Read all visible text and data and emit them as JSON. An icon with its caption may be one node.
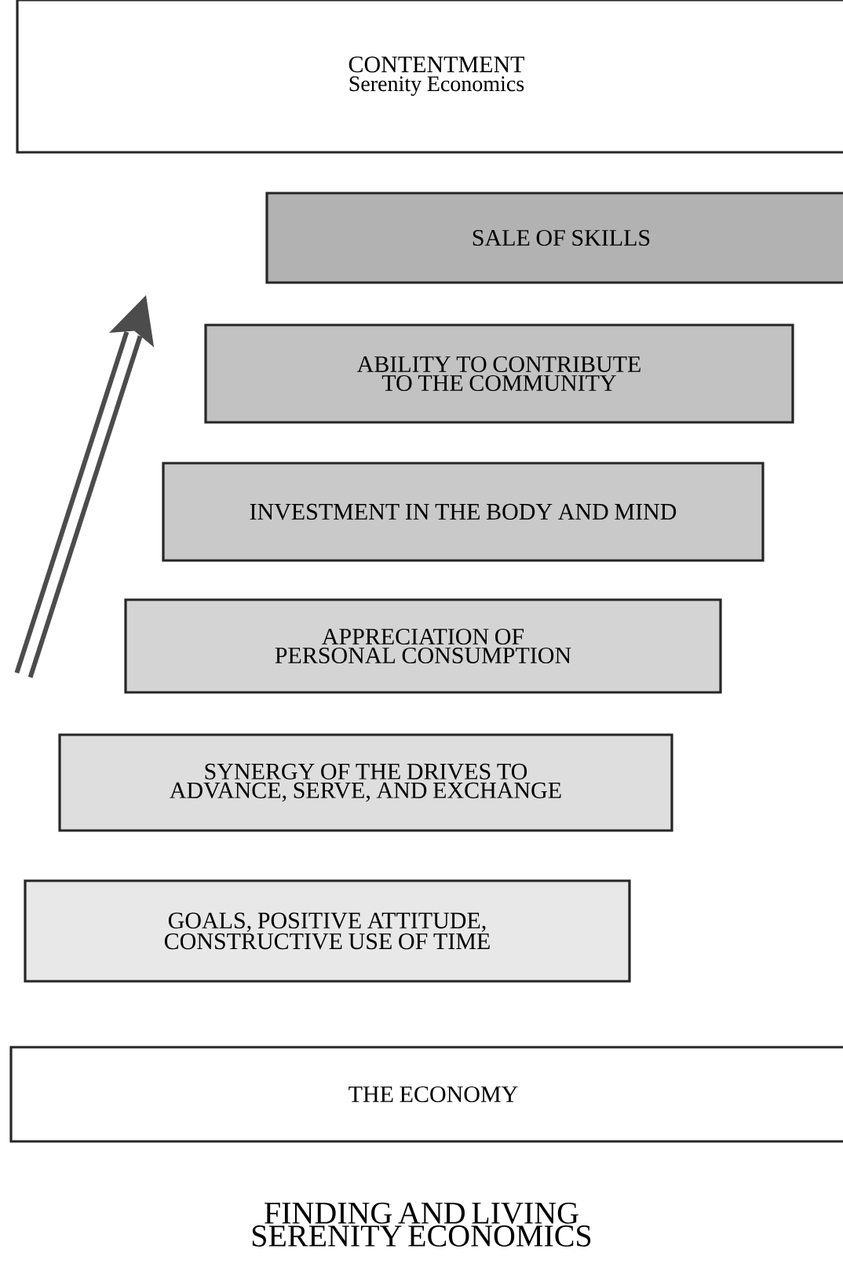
{
  "diagram": {
    "caption": "FINDING AND LIVING SERENITY ECONOMICS",
    "nodes": [
      {
        "text": [
          "CONTENTMENT",
          "Serenity Economics"
        ]
      },
      {
        "text": [
          "SALE OF SKILLS"
        ]
      },
      {
        "text": [
          "ABILITY TO CONTRIBUTE TO THE COMMUNITY"
        ]
      },
      {
        "text": [
          "INVESTMENT IN THE BODY AND MIND"
        ]
      },
      {
        "text": [
          "APPRECIATION OF PERSONAL CONSUMPTION"
        ]
      },
      {
        "text": [
          "SYNERGY OF THE DRIVES TO ADVANCE, SERVE, AND EXCHANGE"
        ]
      },
      {
        "text": [
          "GOALS, POSITIVE ATTITUDE, CONSTRUCTIVE USE OF TIME"
        ]
      },
      {
        "text": [
          "THE ECONOMY"
        ]
      }
    ]
  }
}
